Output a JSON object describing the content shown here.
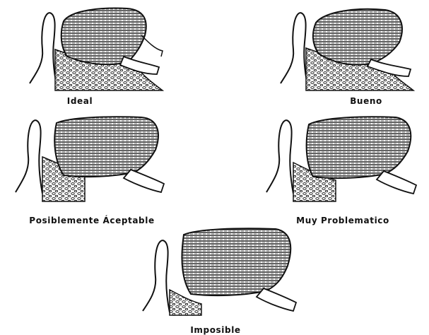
{
  "figure": {
    "panels": [
      {
        "id": "ideal",
        "label": "Ideal"
      },
      {
        "id": "bueno",
        "label": "Bueno"
      },
      {
        "id": "posiblemente",
        "label": "Posiblemente Áceptable"
      },
      {
        "id": "muy",
        "label": "Muy Problematico"
      },
      {
        "id": "imposible",
        "label": "Imposible"
      }
    ]
  },
  "colors": {
    "ink": "#111111",
    "paper": "#ffffff"
  }
}
